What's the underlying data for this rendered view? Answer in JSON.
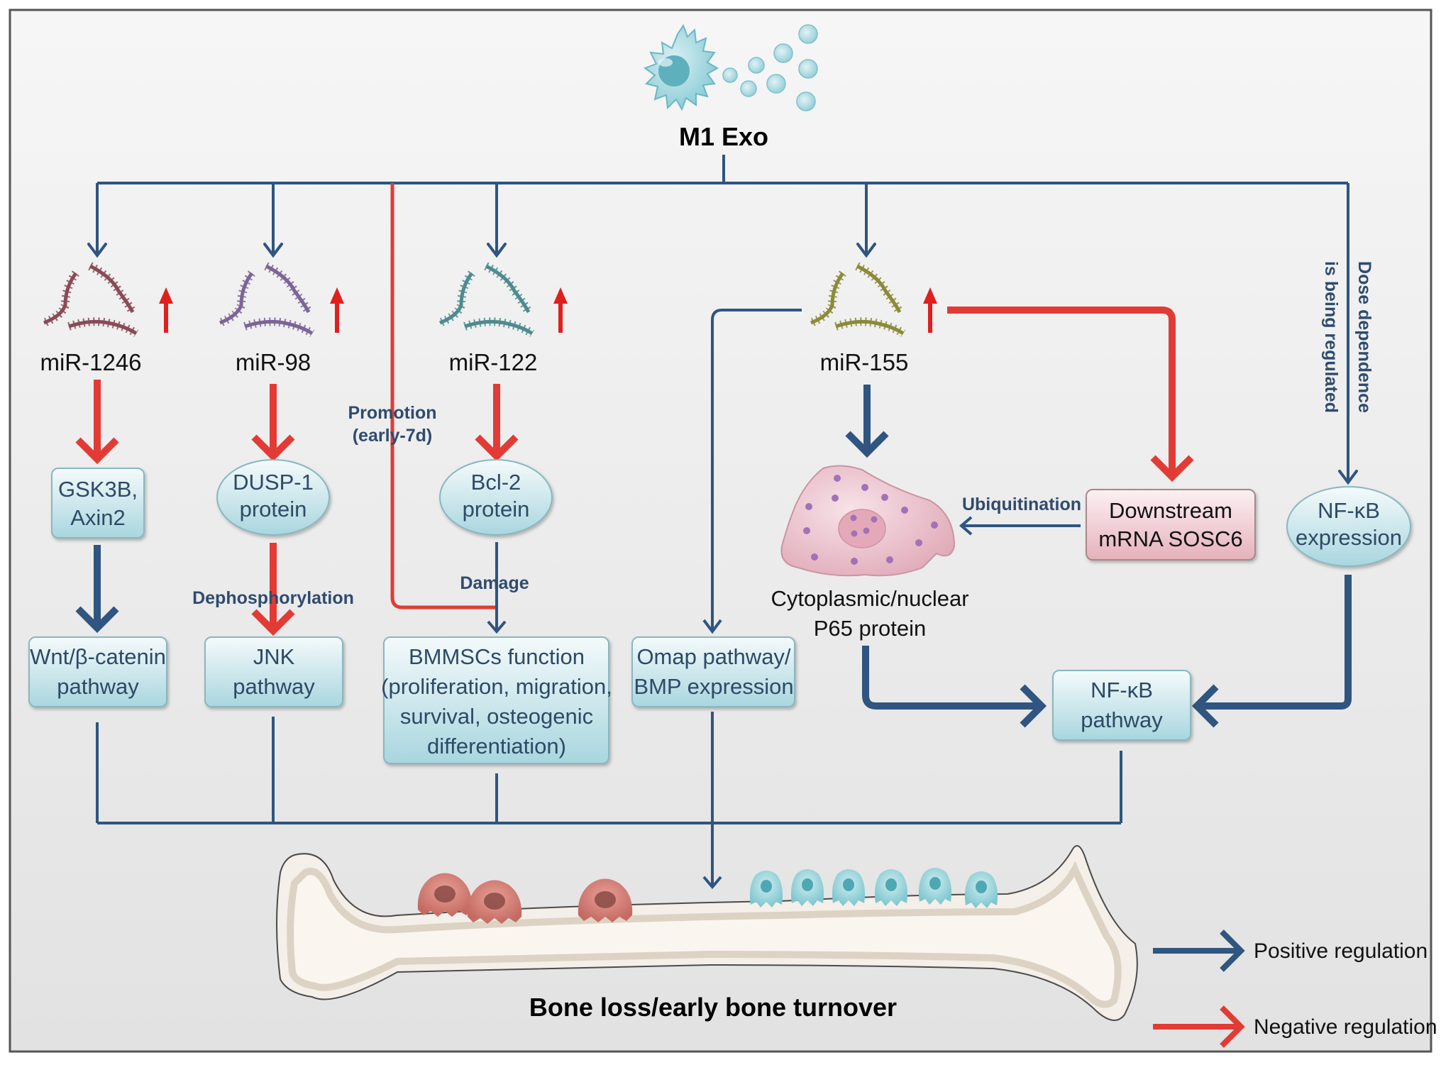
{
  "title": "M1 Exo",
  "colors": {
    "positive": "#2f5580",
    "negative": "#e23b35",
    "box_fill_top": "#f4fafb",
    "box_fill_bottom": "#aedae2",
    "pink_box_top": "#fbeef0",
    "pink_box_bottom": "#e8b6bf",
    "mir_1246": "#8a4a57",
    "mir_98": "#7b6597",
    "mir_122": "#4d8b8f",
    "mir_155": "#8a8a3a"
  },
  "mirnas": [
    {
      "id": "mir-1246",
      "label": "miR-1246",
      "trend": "up"
    },
    {
      "id": "mir-98",
      "label": "miR-98",
      "trend": "up"
    },
    {
      "id": "mir-122",
      "label": "miR-122",
      "trend": "up"
    },
    {
      "id": "mir-155",
      "label": "miR-155",
      "trend": "up"
    }
  ],
  "targets": {
    "gsk3b": [
      "GSK3B,",
      "Axin2"
    ],
    "dusp1": [
      "DUSP-1",
      "protein"
    ],
    "bcl2": [
      "Bcl-2",
      "protein"
    ],
    "downstream": [
      "Downstream",
      "mRNA SOSC6"
    ],
    "nfkb_expression": [
      "NF-κB",
      "expression"
    ]
  },
  "pathways": {
    "wnt": [
      "Wnt/β-catenin",
      "pathway"
    ],
    "jnk": [
      "JNK",
      "pathway"
    ],
    "bmmsc": [
      "BMMSCs function",
      "(proliferation, migration,",
      "survival, osteogenic",
      "differentiation)"
    ],
    "omap": [
      "Omap pathway/",
      "BMP expression"
    ],
    "nfkb_pathway": [
      "NF-κB",
      "pathway"
    ]
  },
  "p65_label": [
    "Cytoplasmic/nuclear",
    "P65 protein"
  ],
  "annotations": {
    "promotion": [
      "Promotion",
      "(early-7d)"
    ],
    "damage": "Damage",
    "dephosphorylation": "Dephosphorylation",
    "ubiquitination": "Ubiquitination",
    "dose": [
      "Dose dependence",
      "is being regulated"
    ]
  },
  "outcome": "Bone loss/early bone turnover",
  "legend": [
    {
      "type": "positive",
      "label": "Positive regulation"
    },
    {
      "type": "negative",
      "label": "Negative regulation"
    }
  ]
}
